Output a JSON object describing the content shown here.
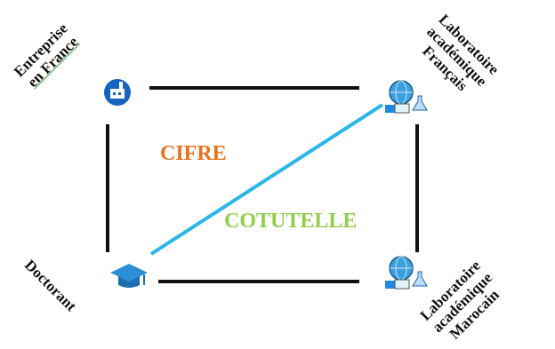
{
  "labels": {
    "entreprise": [
      "Entreprise",
      "en France"
    ],
    "labo_fr": [
      "Laboratoire",
      "académique",
      "Français"
    ],
    "doctorant": [
      "Doctorant"
    ],
    "labo_ma": [
      "Laboratoire",
      "académique",
      "Marocain"
    ]
  },
  "center": {
    "cifre": "CIFRE",
    "cotutelle": "COTUTELLE"
  },
  "colors": {
    "cifre": "#e8731f",
    "cotutelle": "#8fcf4a",
    "link": "#29b6e8",
    "frame": "#111111",
    "factory_icon": "#1565c0"
  },
  "icons": {
    "entreprise": "factory-icon",
    "labo_fr": "lab-globe-icon",
    "labo_ma": "lab-globe-icon",
    "doctorant": "graduation-cap-icon"
  }
}
